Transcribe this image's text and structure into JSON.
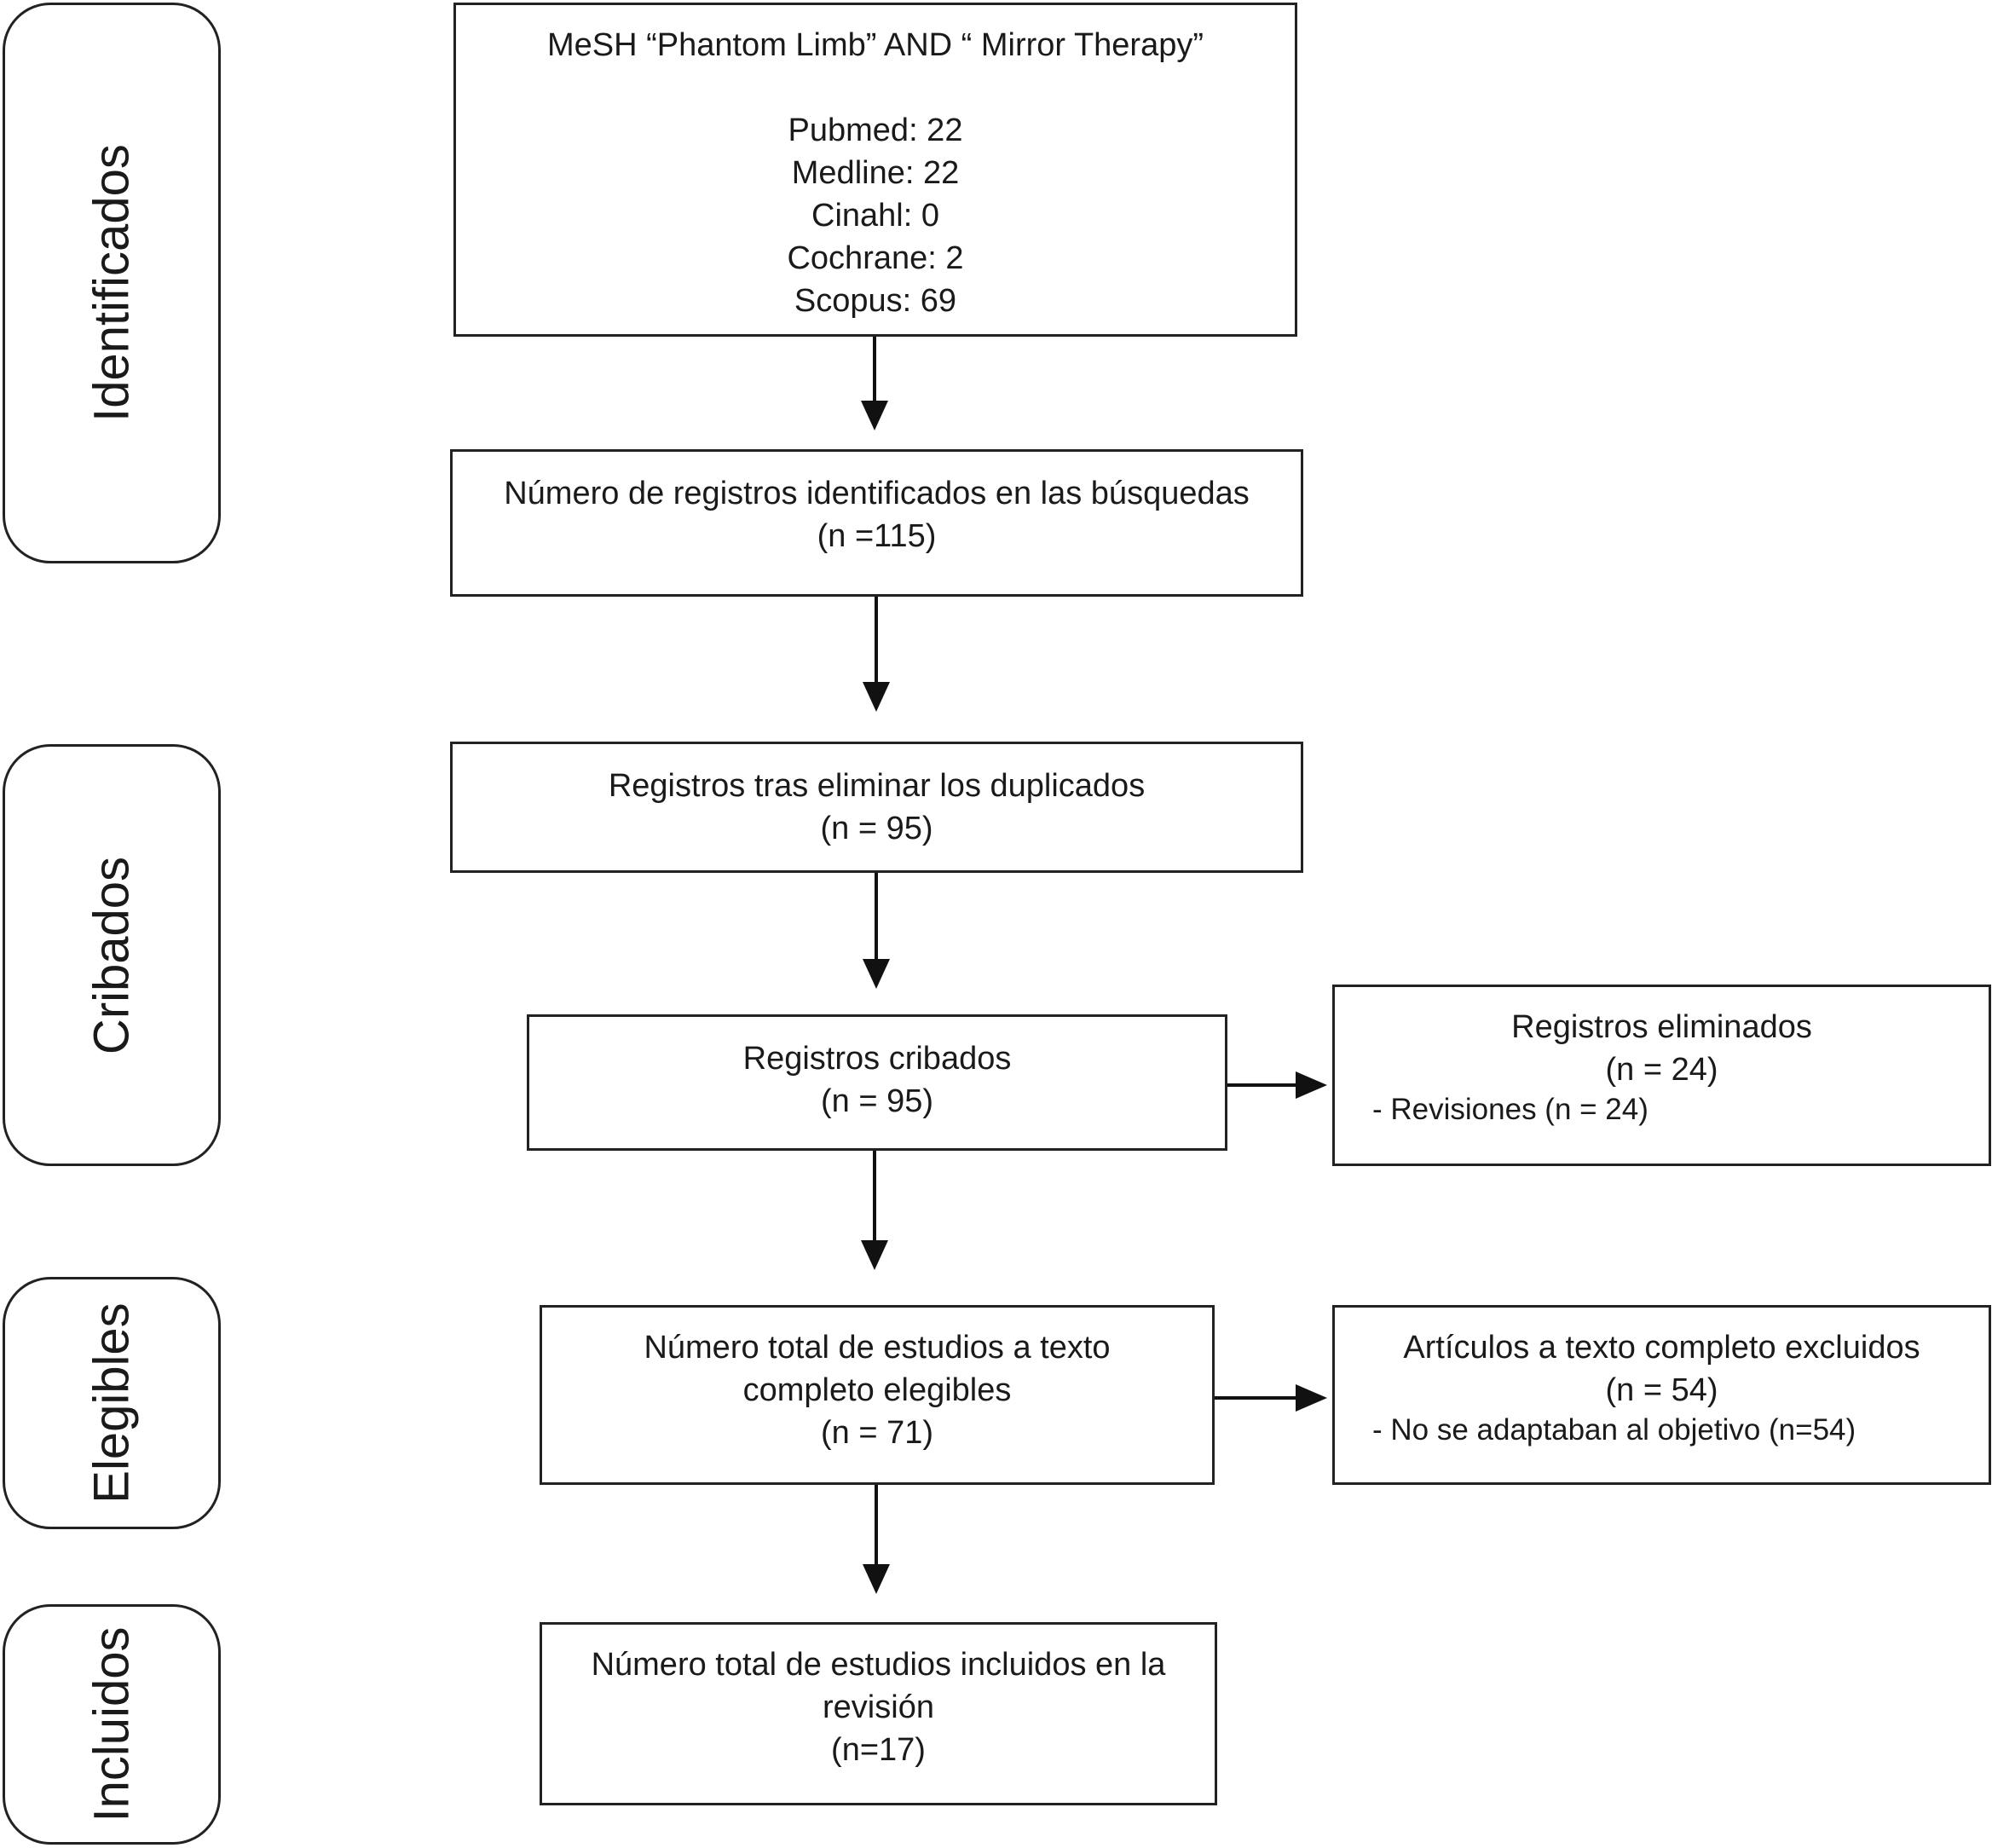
{
  "phases": {
    "identificados": "Identificados",
    "cribados": "Cribados",
    "elegibles": "Elegibles",
    "incluidos": "Incluidos"
  },
  "boxes": {
    "search": {
      "query": "MeSH “Phantom Limb” AND “ Mirror Therapy”",
      "sources": [
        "Pubmed: 22",
        "Medline: 22",
        "Cinahl: 0",
        "Cochrane: 2",
        "Scopus: 69"
      ]
    },
    "identified": {
      "title": "Número de registros identificados en las búsquedas",
      "count": "(n =115)"
    },
    "deduplicated": {
      "title": "Registros tras eliminar los duplicados",
      "count": "(n = 95)"
    },
    "screened": {
      "title": "Registros cribados",
      "count": "(n = 95)"
    },
    "removed": {
      "title": "Registros eliminados",
      "count": "(n = 24)",
      "reason": "- Revisiones (n = 24)"
    },
    "eligible": {
      "title_line1": "Número total de estudios a texto",
      "title_line2": "completo elegibles",
      "count": "(n  = 71)"
    },
    "excluded": {
      "title": "Artículos a texto completo excluidos",
      "count": "(n = 54)",
      "reason": "- No se adaptaban al objetivo (n=54)"
    },
    "included": {
      "title_line1": "Número total de estudios incluidos en la",
      "title_line2": "revisión",
      "count": "(n=17)"
    }
  }
}
